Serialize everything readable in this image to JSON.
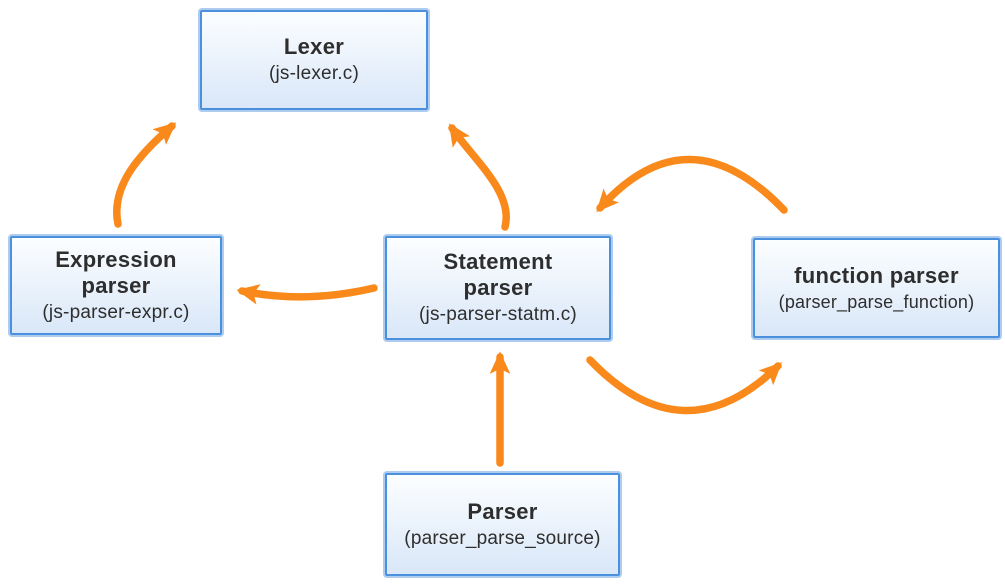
{
  "diagram": {
    "colors": {
      "arrow": "#f8891a",
      "box_border": "#4a90dc",
      "box_halo": "#aecbf0",
      "box_fill_top": "#fcfeff",
      "box_fill_bottom": "#d9e7f8",
      "text": "#2e2e2e"
    },
    "nodes": {
      "lexer": {
        "title": "Lexer",
        "subtitle": "(js-lexer.c)"
      },
      "expression_parser": {
        "title": "Expression parser",
        "subtitle": "(js-parser-expr.c)"
      },
      "statement_parser": {
        "title": "Statement parser",
        "subtitle": "(js-parser-statm.c)"
      },
      "function_parser": {
        "title": "function parser",
        "subtitle": "(parser_parse_function)"
      },
      "parser": {
        "title": "Parser",
        "subtitle": "(parser_parse_source)"
      }
    },
    "edges": [
      {
        "from": "expression_parser",
        "to": "lexer"
      },
      {
        "from": "statement_parser",
        "to": "lexer"
      },
      {
        "from": "statement_parser",
        "to": "expression_parser"
      },
      {
        "from": "function_parser",
        "to": "statement_parser"
      },
      {
        "from": "statement_parser",
        "to": "function_parser"
      },
      {
        "from": "parser",
        "to": "statement_parser"
      }
    ]
  }
}
